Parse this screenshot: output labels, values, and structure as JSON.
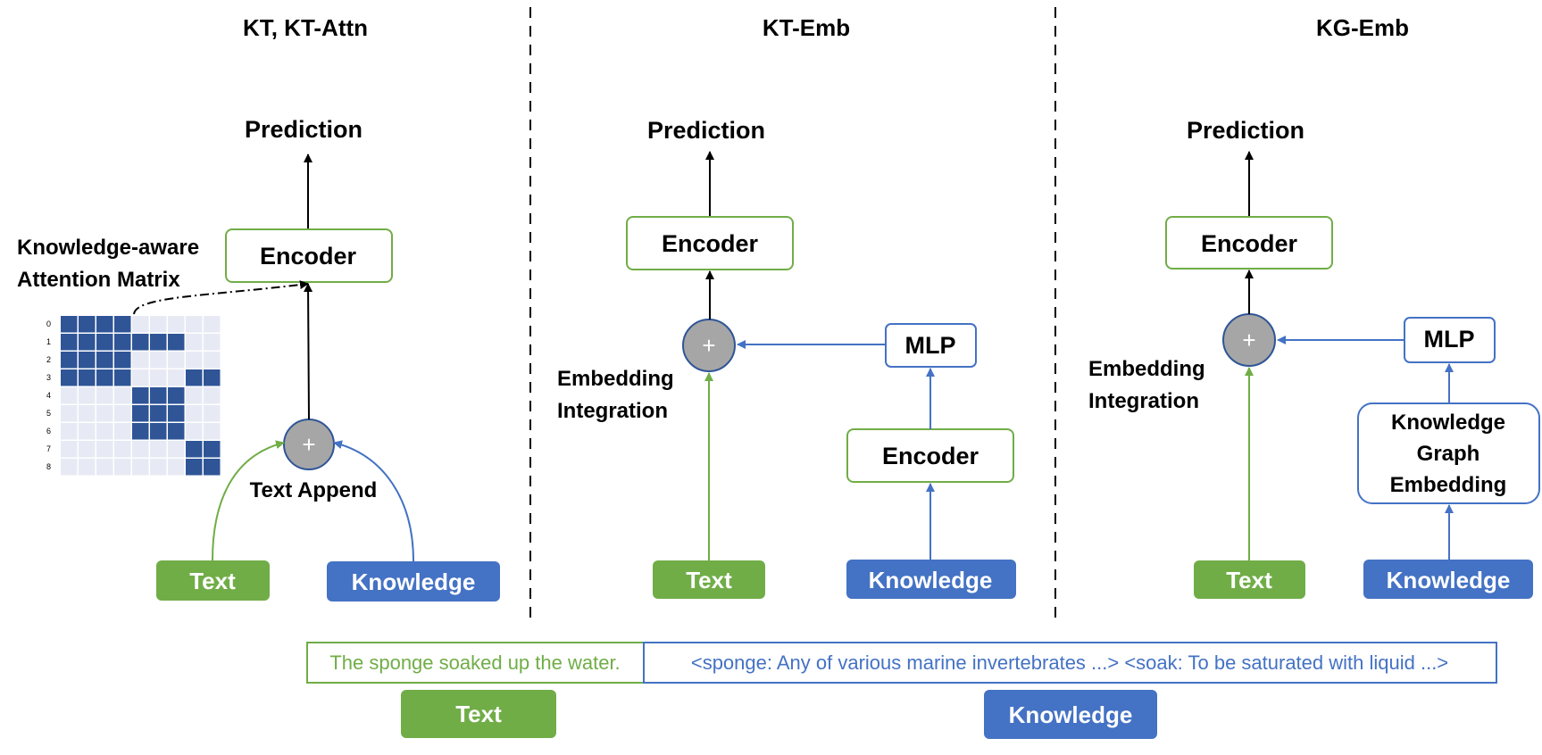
{
  "colors": {
    "green": "#70ad47",
    "blue": "#4472c4",
    "cell_on": "#2f5597",
    "cell_off": "#e7eaf4",
    "plus_fill": "#a6a6a6"
  },
  "panels": {
    "kt": {
      "title": "KT, KT-Attn",
      "prediction": "Prediction",
      "encoder": "Encoder",
      "attention_label_line1": "Knowledge-aware",
      "attention_label_line2": "Attention Matrix",
      "plus": "+",
      "append_label": "Text Append",
      "text_pill": "Text",
      "knowledge_pill": "Knowledge",
      "matrix_row_labels": [
        "0",
        "1",
        "2",
        "3",
        "4",
        "5",
        "6",
        "7",
        "8"
      ],
      "matrix": [
        [
          1,
          1,
          1,
          1,
          0,
          0,
          0,
          0,
          0
        ],
        [
          1,
          1,
          1,
          1,
          1,
          1,
          1,
          0,
          0
        ],
        [
          1,
          1,
          1,
          1,
          0,
          0,
          0,
          0,
          0
        ],
        [
          1,
          1,
          1,
          1,
          0,
          0,
          0,
          1,
          1
        ],
        [
          0,
          0,
          0,
          0,
          1,
          1,
          1,
          0,
          0
        ],
        [
          0,
          0,
          0,
          0,
          1,
          1,
          1,
          0,
          0
        ],
        [
          0,
          0,
          0,
          0,
          1,
          1,
          1,
          0,
          0
        ],
        [
          0,
          0,
          0,
          0,
          0,
          0,
          0,
          1,
          1
        ],
        [
          0,
          0,
          0,
          0,
          0,
          0,
          0,
          1,
          1
        ]
      ]
    },
    "ktemb": {
      "title": "KT-Emb",
      "prediction": "Prediction",
      "encoder": "Encoder",
      "plus": "+",
      "integration_line1": "Embedding",
      "integration_line2": "Integration",
      "mlp": "MLP",
      "knowledge_encoder": "Encoder",
      "text_pill": "Text",
      "knowledge_pill": "Knowledge"
    },
    "kgemb": {
      "title": "KG-Emb",
      "prediction": "Prediction",
      "encoder": "Encoder",
      "plus": "+",
      "integration_line1": "Embedding",
      "integration_line2": "Integration",
      "mlp": "MLP",
      "kge_line1": "Knowledge",
      "kge_line2": "Graph",
      "kge_line3": "Embedding",
      "text_pill": "Text",
      "knowledge_pill": "Knowledge"
    }
  },
  "sequence": {
    "text": "The sponge soaked up the water.",
    "knowledge": "<sponge: Any of various marine invertebrates ...> <soak: To be saturated with liquid ...>",
    "text_pill": "Text",
    "knowledge_pill": "Knowledge"
  }
}
